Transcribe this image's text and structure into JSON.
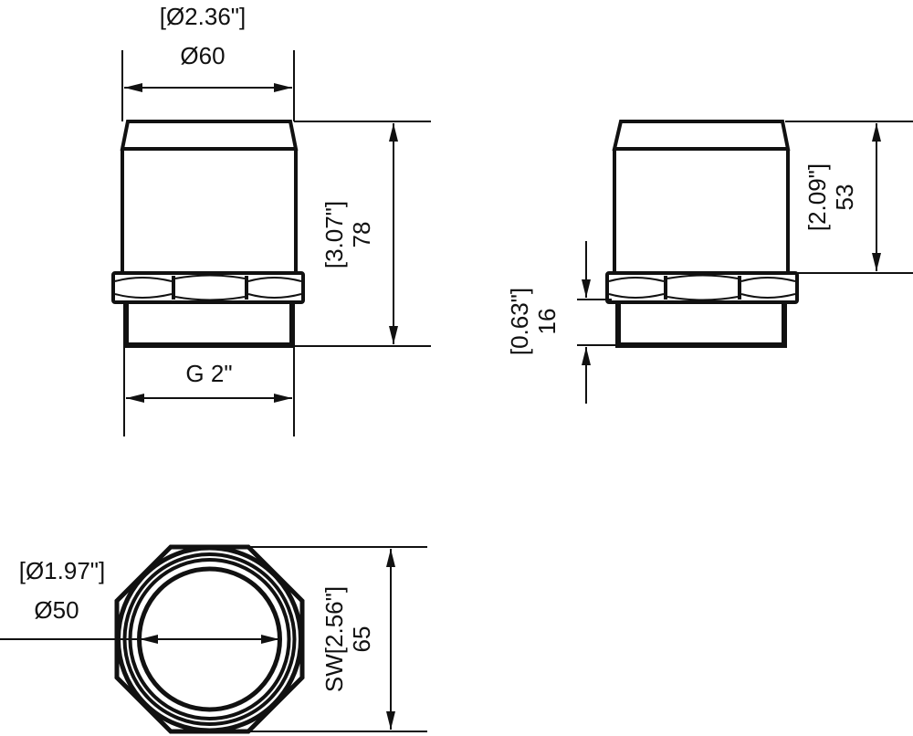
{
  "drawing": {
    "views": {
      "front": {
        "diameter_in": "[Ø2.36\"]",
        "diameter_mm": "Ø60",
        "height_in": "[3.07\"]",
        "height_mm": "78",
        "thread": "G 2\""
      },
      "side": {
        "upper_height_in": "[2.09\"]",
        "upper_height_mm": "53",
        "thread_length_in": "[0.63\"]",
        "thread_length_mm": "16"
      },
      "bottom": {
        "bore_in": "[Ø1.97\"]",
        "bore_mm": "Ø50",
        "wrench_in": "SW[2.56\"]",
        "wrench_mm": "65"
      }
    },
    "colors": {
      "line": "#111111",
      "background": "#ffffff"
    }
  }
}
